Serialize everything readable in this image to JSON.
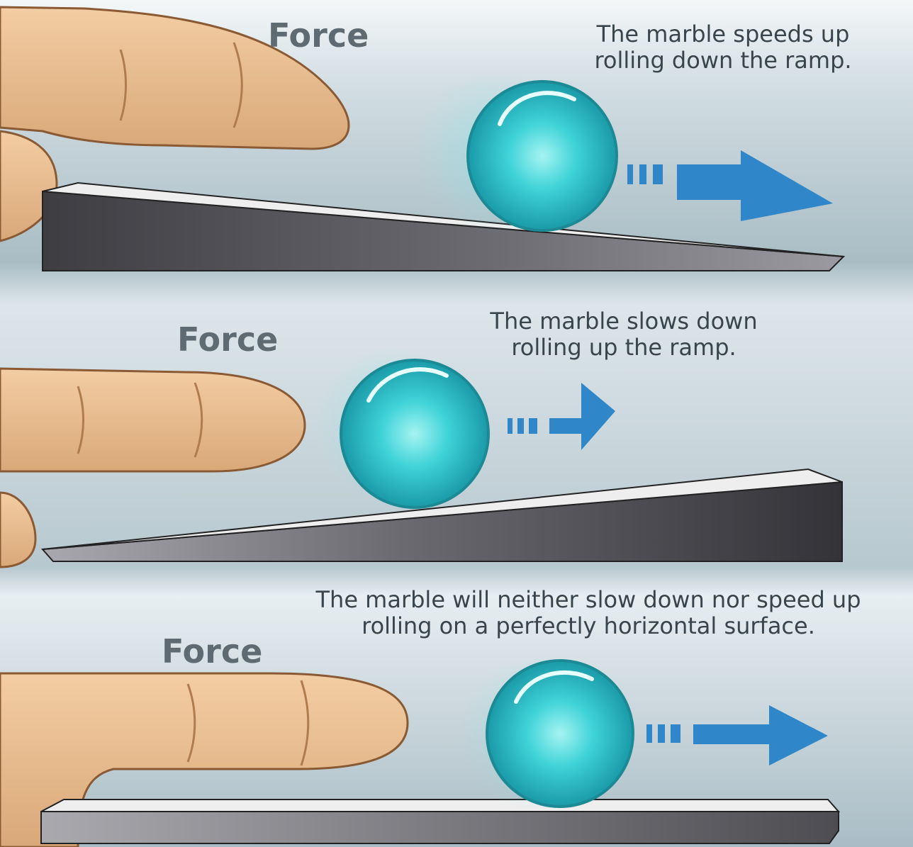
{
  "panels": [
    {
      "force_label": "Force",
      "caption_line1": "The marble speeds up",
      "caption_line2": "rolling down the ramp."
    },
    {
      "force_label": "Force",
      "caption_line1": "The marble slows down",
      "caption_line2": "rolling up the ramp."
    },
    {
      "force_label": "Force",
      "caption_line1": "The marble will neither slow down nor speed up",
      "caption_line2": "rolling on a perfectly horizontal surface."
    }
  ],
  "colors": {
    "marble": "#2ec9cf",
    "arrow": "#2f87c9",
    "skin": "#e6b88a",
    "ramp": "#4a4a4e",
    "label": "#5e6b72",
    "caption": "#38454d"
  }
}
